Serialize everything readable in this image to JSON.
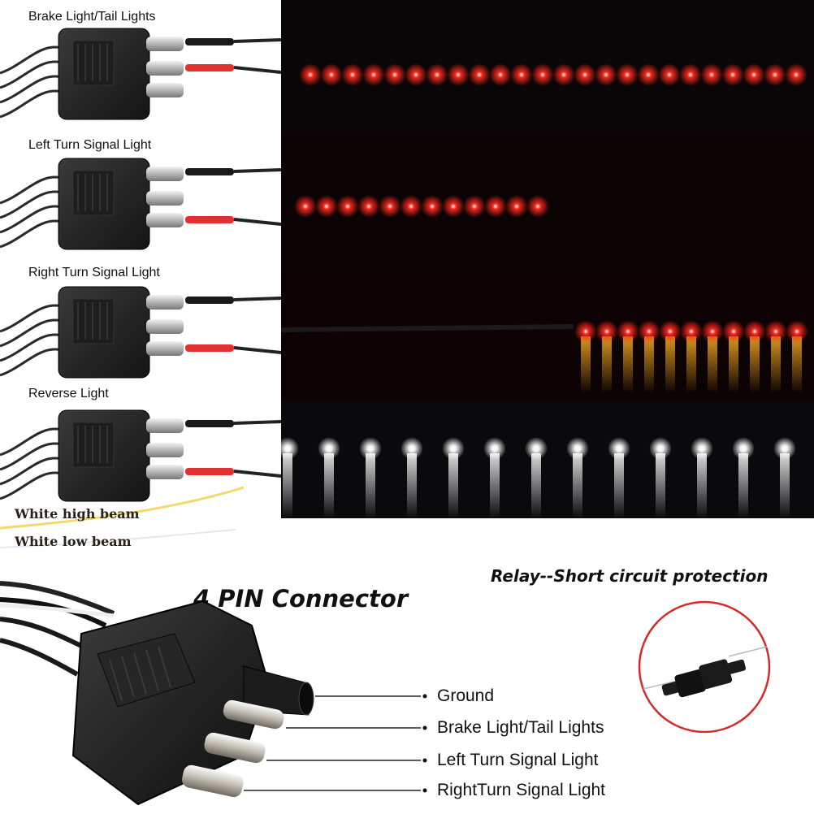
{
  "rows": [
    {
      "label": "Brake Light/Tail Lights"
    },
    {
      "label": "Left Turn Signal Light"
    },
    {
      "label": "Right Turn Signal Light"
    },
    {
      "label": "Reverse Light"
    }
  ],
  "beam_labels": {
    "high": "White high beam",
    "low": "White low beam"
  },
  "connector_title": "4 PIN Connector",
  "relay_title": "Relay--Short circuit protection",
  "pins": [
    {
      "label": "Ground"
    },
    {
      "label": "Brake Light/Tail Lights"
    },
    {
      "label": "Left Turn Signal Light"
    },
    {
      "label": "RightTurn Signal Light"
    }
  ],
  "colors": {
    "red_led": "#ff2a1e",
    "white_led": "#ffffff",
    "panel_bg": "#0a0506",
    "relay_circle": "#d42a2a"
  }
}
